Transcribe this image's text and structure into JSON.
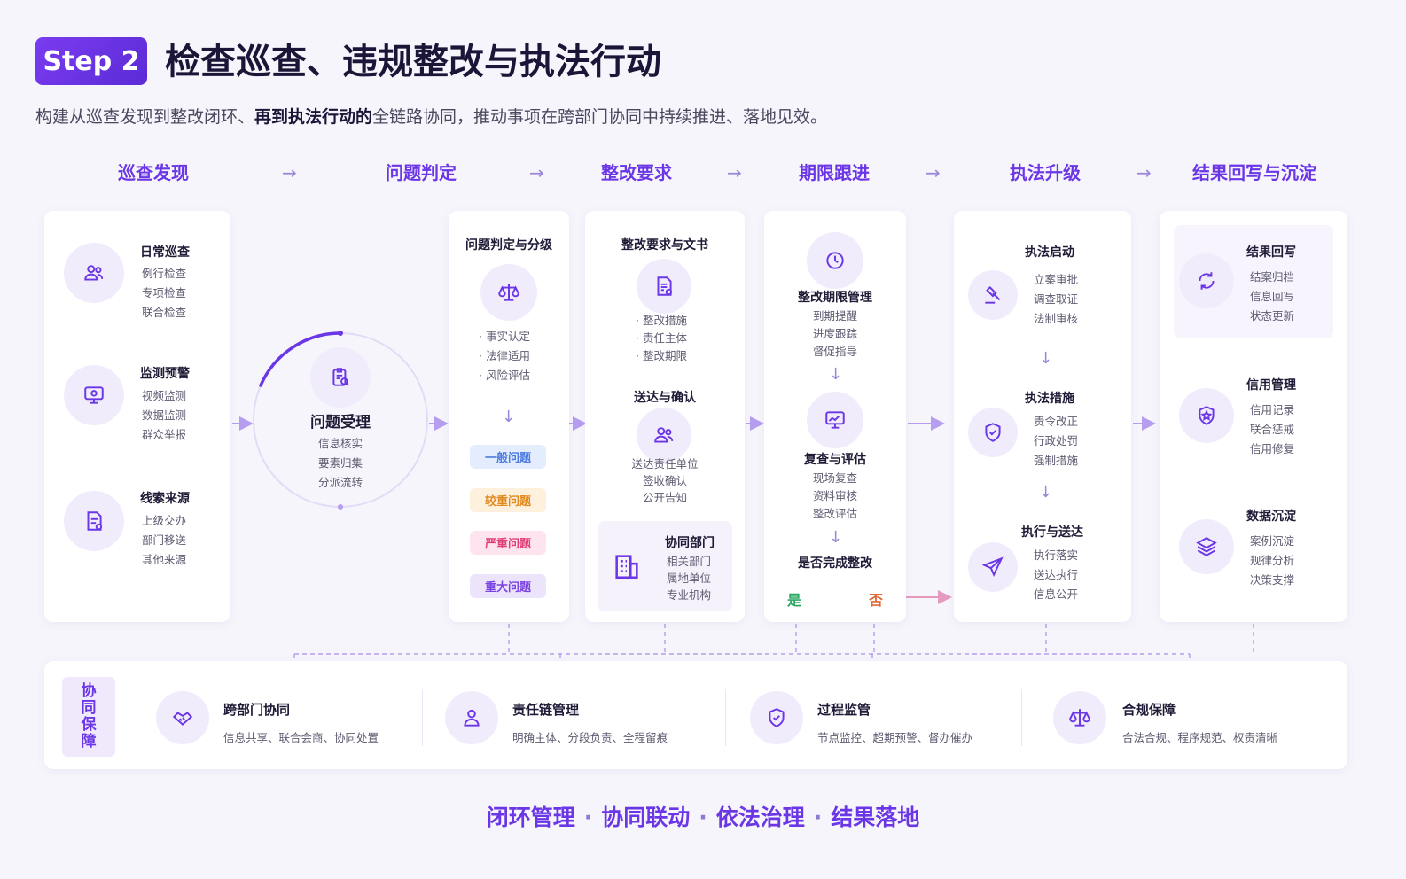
{
  "header": {
    "step": "Step 2",
    "title": "检查巡查、违规整改与执法行动",
    "subtitle_pre": "构建从巡查发现到整改闭环、",
    "subtitle_bold": "再到执法行动的",
    "subtitle_post": "全链路协同，推动事项在跨部门协同中持续推进、落地见效。"
  },
  "phases": [
    "巡查发现",
    "问题判定",
    "整改要求",
    "期限跟进",
    "执法升级",
    "结果回写与沉淀"
  ],
  "arrow": "→",
  "discovery": {
    "items": [
      {
        "title": "日常巡查",
        "lines": [
          "例行检查",
          "专项检查",
          "联合检查"
        ],
        "icon": "people-icon"
      },
      {
        "title": "监测预警",
        "lines": [
          "视频监测",
          "数据监测",
          "群众举报"
        ],
        "icon": "monitor-icon"
      },
      {
        "title": "线索来源",
        "lines": [
          "上级交办",
          "部门移送",
          "其他来源"
        ],
        "icon": "document-icon"
      }
    ]
  },
  "acceptance": {
    "title": "问题受理",
    "lines": [
      "信息核实",
      "要素归集",
      "分派流转"
    ]
  },
  "judgement": {
    "head": "问题判定与分级",
    "bullets": [
      "事实认定",
      "法律适用",
      "风险评估"
    ],
    "levels": [
      {
        "label": "一般问题",
        "bg": "#e4edfd",
        "color": "#4b7be0"
      },
      {
        "label": "较重问题",
        "bg": "#fdf0dc",
        "color": "#e08a1e"
      },
      {
        "label": "严重问题",
        "bg": "#fde4ee",
        "color": "#e0407a"
      },
      {
        "label": "重大问题",
        "bg": "#ece4fb",
        "color": "#7a44e0"
      }
    ]
  },
  "rectify": {
    "head": "整改要求与文书",
    "bullets": [
      "整改措施",
      "责任主体",
      "整改期限"
    ],
    "delivery_head": "送达与确认",
    "delivery_lines": [
      "送达责任单位",
      "签收确认",
      "公开告知"
    ],
    "collab_title": "协同部门",
    "collab_lines": [
      "相关部门",
      "属地单位",
      "专业机构"
    ]
  },
  "deadline": {
    "manage_head": "整改期限管理",
    "manage_lines": [
      "到期提醒",
      "进度跟踪",
      "督促指导"
    ],
    "review_head": "复查与评估",
    "review_lines": [
      "现场复查",
      "资料审核",
      "整改评估"
    ],
    "decision": "是否完成整改",
    "yes": "是",
    "no": "否"
  },
  "enforce": {
    "items": [
      {
        "title": "执法启动",
        "lines": [
          "立案审批",
          "调查取证",
          "法制审核"
        ]
      },
      {
        "title": "执法措施",
        "lines": [
          "责令改正",
          "行政处罚",
          "强制措施"
        ]
      },
      {
        "title": "执行与送达",
        "lines": [
          "执行落实",
          "送达执行",
          "信息公开"
        ]
      }
    ]
  },
  "results": {
    "items": [
      {
        "title": "结果回写",
        "lines": [
          "结案归档",
          "信息回写",
          "状态更新"
        ]
      },
      {
        "title": "信用管理",
        "lines": [
          "信用记录",
          "联合惩戒",
          "信用修复"
        ]
      },
      {
        "title": "数据沉淀",
        "lines": [
          "案例沉淀",
          "规律分析",
          "决策支撑"
        ]
      }
    ]
  },
  "guarantee": {
    "tag": [
      "协",
      "同",
      "保",
      "障"
    ],
    "items": [
      {
        "title": "跨部门协同",
        "desc": "信息共享、联合会商、协同处置"
      },
      {
        "title": "责任链管理",
        "desc": "明确主体、分段负责、全程留痕"
      },
      {
        "title": "过程监管",
        "desc": "节点监控、超期预警、督办催办"
      },
      {
        "title": "合规保障",
        "desc": "合法合规、程序规范、权责清晰"
      }
    ]
  },
  "footer": [
    "闭环管理",
    "协同联动",
    "依法治理",
    "结果落地"
  ],
  "colors": {
    "accent": "#6a36e6",
    "connector": "#b59df0",
    "yes": "#2fa866",
    "no": "#e06a3a"
  }
}
